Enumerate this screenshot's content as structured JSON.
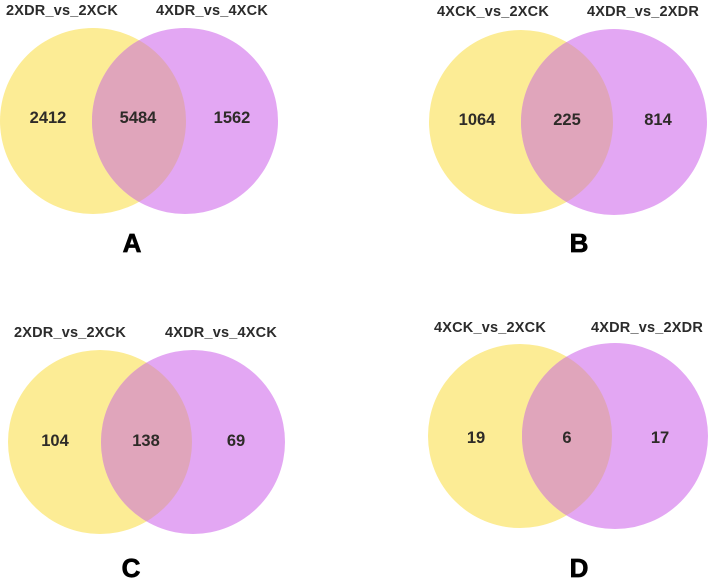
{
  "figure": {
    "colors": {
      "left_circle": "#FCEC95",
      "right_circle": "#E3A7F3",
      "overlap": "#E0A5BB"
    },
    "panels": [
      {
        "label": "A",
        "left_set": "2XDR_vs_2XCK",
        "right_set": "4XDR_vs_4XCK",
        "left_only": "2412",
        "overlap": "5484",
        "right_only": "1562"
      },
      {
        "label": "B",
        "left_set": "4XCK_vs_2XCK",
        "right_set": "4XDR_vs_2XDR",
        "left_only": "1064",
        "overlap": "225",
        "right_only": "814"
      },
      {
        "label": "C",
        "left_set": "2XDR_vs_2XCK",
        "right_set": "4XDR_vs_4XCK",
        "left_only": "104",
        "overlap": "138",
        "right_only": "69"
      },
      {
        "label": "D",
        "left_set": "4XCK_vs_2XCK",
        "right_set": "4XDR_vs_2XDR",
        "left_only": "19",
        "overlap": "6",
        "right_only": "17"
      }
    ]
  },
  "chart_data": [
    {
      "type": "venn",
      "panel": "A",
      "sets": [
        {
          "name": "2XDR_vs_2XCK",
          "unique": 2412,
          "color": "#FCEC95"
        },
        {
          "name": "4XDR_vs_4XCK",
          "unique": 1562,
          "color": "#E3A7F3"
        }
      ],
      "intersection": 5484
    },
    {
      "type": "venn",
      "panel": "B",
      "sets": [
        {
          "name": "4XCK_vs_2XCK",
          "unique": 1064,
          "color": "#FCEC95"
        },
        {
          "name": "4XDR_vs_2XDR",
          "unique": 814,
          "color": "#E3A7F3"
        }
      ],
      "intersection": 225
    },
    {
      "type": "venn",
      "panel": "C",
      "sets": [
        {
          "name": "2XDR_vs_2XCK",
          "unique": 104,
          "color": "#FCEC95"
        },
        {
          "name": "4XDR_vs_4XCK",
          "unique": 69,
          "color": "#E3A7F3"
        }
      ],
      "intersection": 138
    },
    {
      "type": "venn",
      "panel": "D",
      "sets": [
        {
          "name": "4XCK_vs_2XCK",
          "unique": 19,
          "color": "#FCEC95"
        },
        {
          "name": "4XDR_vs_2XDR",
          "unique": 17,
          "color": "#E3A7F3"
        }
      ],
      "intersection": 6
    }
  ]
}
